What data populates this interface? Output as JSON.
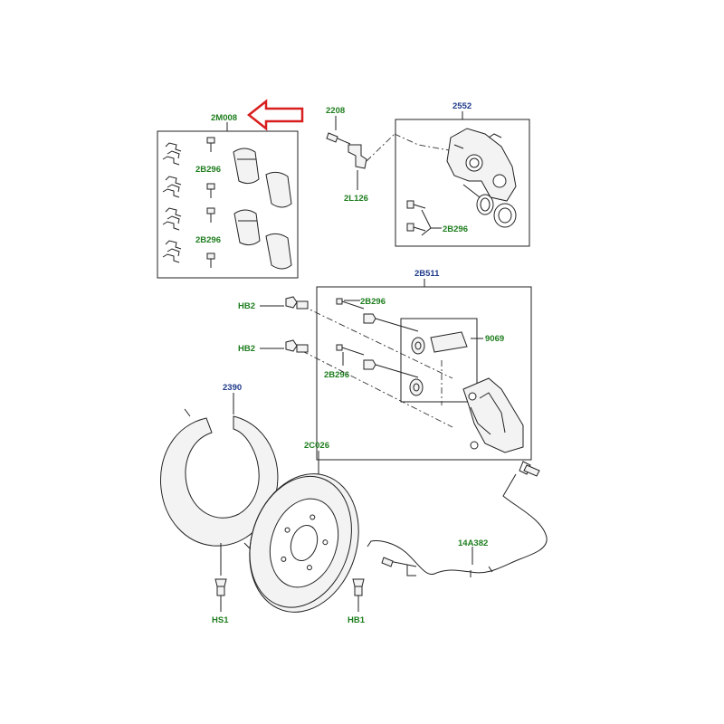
{
  "colors": {
    "callout_green": "#1e7d1e",
    "callout_blue": "#1f3a8a",
    "arrow_red": "#d81e1e",
    "line": "#222222"
  },
  "labels": {
    "pad_kit": "2M008",
    "bleed_screw": "2208",
    "caliper": "2552",
    "bolt_pad_top": "2B296",
    "bolt_pad_bottom": "2B296",
    "bracket_2l126": "2L126",
    "bolt_caliper": "2B296",
    "carrier_kit": "2B511",
    "bolt_carrier_top": "2B296",
    "bolt_carrier_bottom": "2B296",
    "grease": "9069",
    "hb2_top": "HB2",
    "hb2_bottom": "HB2",
    "shield": "2390",
    "disc": "2C026",
    "sensor": "14A382",
    "hs1": "HS1",
    "hb1": "HB1"
  },
  "icons": {
    "highlight_arrow": "left-arrow-icon"
  }
}
